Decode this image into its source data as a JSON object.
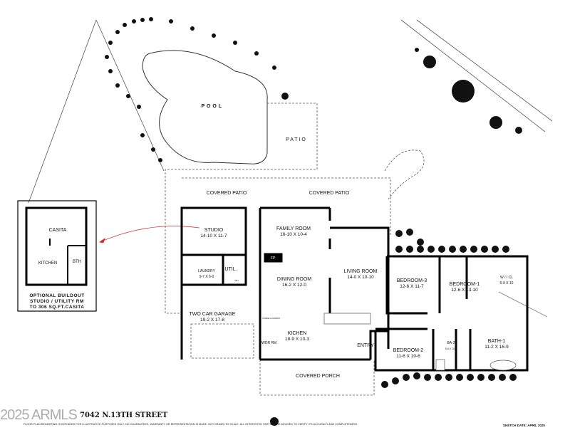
{
  "plan": {
    "outdoor": {
      "pool": "P O O L",
      "patio": "P A T I O",
      "covered_patio_left": "COVERED PATIO",
      "covered_patio_right": "COVERED PATIO",
      "covered_porch": "COVERED PORCH"
    },
    "rooms": [
      {
        "id": "studio",
        "name": "STUDIO",
        "dims": "14-10 X 11-7"
      },
      {
        "id": "family",
        "name": "FAMILY ROOM",
        "dims": "16-10  X  10-4"
      },
      {
        "id": "laundry",
        "name": "LAUNDRY",
        "dims": "9-7 X 6-0"
      },
      {
        "id": "util",
        "name": "UTIL.",
        "dims": ""
      },
      {
        "id": "dining",
        "name": "DINING ROOM",
        "dims": "16-2 X 12-0"
      },
      {
        "id": "living",
        "name": "LIVING ROOM",
        "dims": "14-0  X  10-10"
      },
      {
        "id": "garage",
        "name": "TWO CAR GARAGE",
        "dims": "19-2  X  17-8"
      },
      {
        "id": "kitchen",
        "name": "KICHEN",
        "dims": "18-9 X 10-3"
      },
      {
        "id": "bedroom3",
        "name": "BEDROOM-3",
        "dims": "12-6  X  11-7"
      },
      {
        "id": "bedroom1",
        "name": "BEDROOM-1",
        "dims": "12-6 X 13-10"
      },
      {
        "id": "wicl",
        "name": "W / I  CL",
        "dims": "6-9 X 10"
      },
      {
        "id": "bath1",
        "name": "BATH-1",
        "dims": "11-2 X 16-9"
      },
      {
        "id": "ba2",
        "name": "BA-2",
        "dims": "5-6 X 10-5"
      },
      {
        "id": "bedroom2",
        "name": "BEDROOM-2",
        "dims": "11-6  X  10-6"
      }
    ],
    "fixtures": {
      "fp": "FP",
      "pwdr": "PWDR RM",
      "entry": "ENTRY",
      "inside_laundry": "INSIDE LAUNDRY",
      "wh": "WH"
    },
    "casita": {
      "name": "CASITA",
      "kitchen": "KITCHEN",
      "bath": "BTH",
      "note_lines": [
        "OPTIONAL BUILDOUT",
        "STUDIO / UTILITY RM",
        "TO 306 SQ.FT.CASITA"
      ]
    }
  },
  "footer": {
    "address": "7042 N.13TH STREET",
    "disclaimer": "FLOOR PLAN RENDERING IS INTENDED FOR ILLUSTRATIVE PURPOSES ONLY.  NO GUARANTEES, WARRANTY OR REPRESENTATION IS MADE.  NOT DRAWN TO SCALE.  ALL INTERESTED PARTIES ARE ADVISED TO VERIFY ITS ACCURACY AND COMPLETENESS.",
    "sketch_date": "SKETCH DATE:  APRIL 2025",
    "watermark": "2025 ARMLS"
  }
}
